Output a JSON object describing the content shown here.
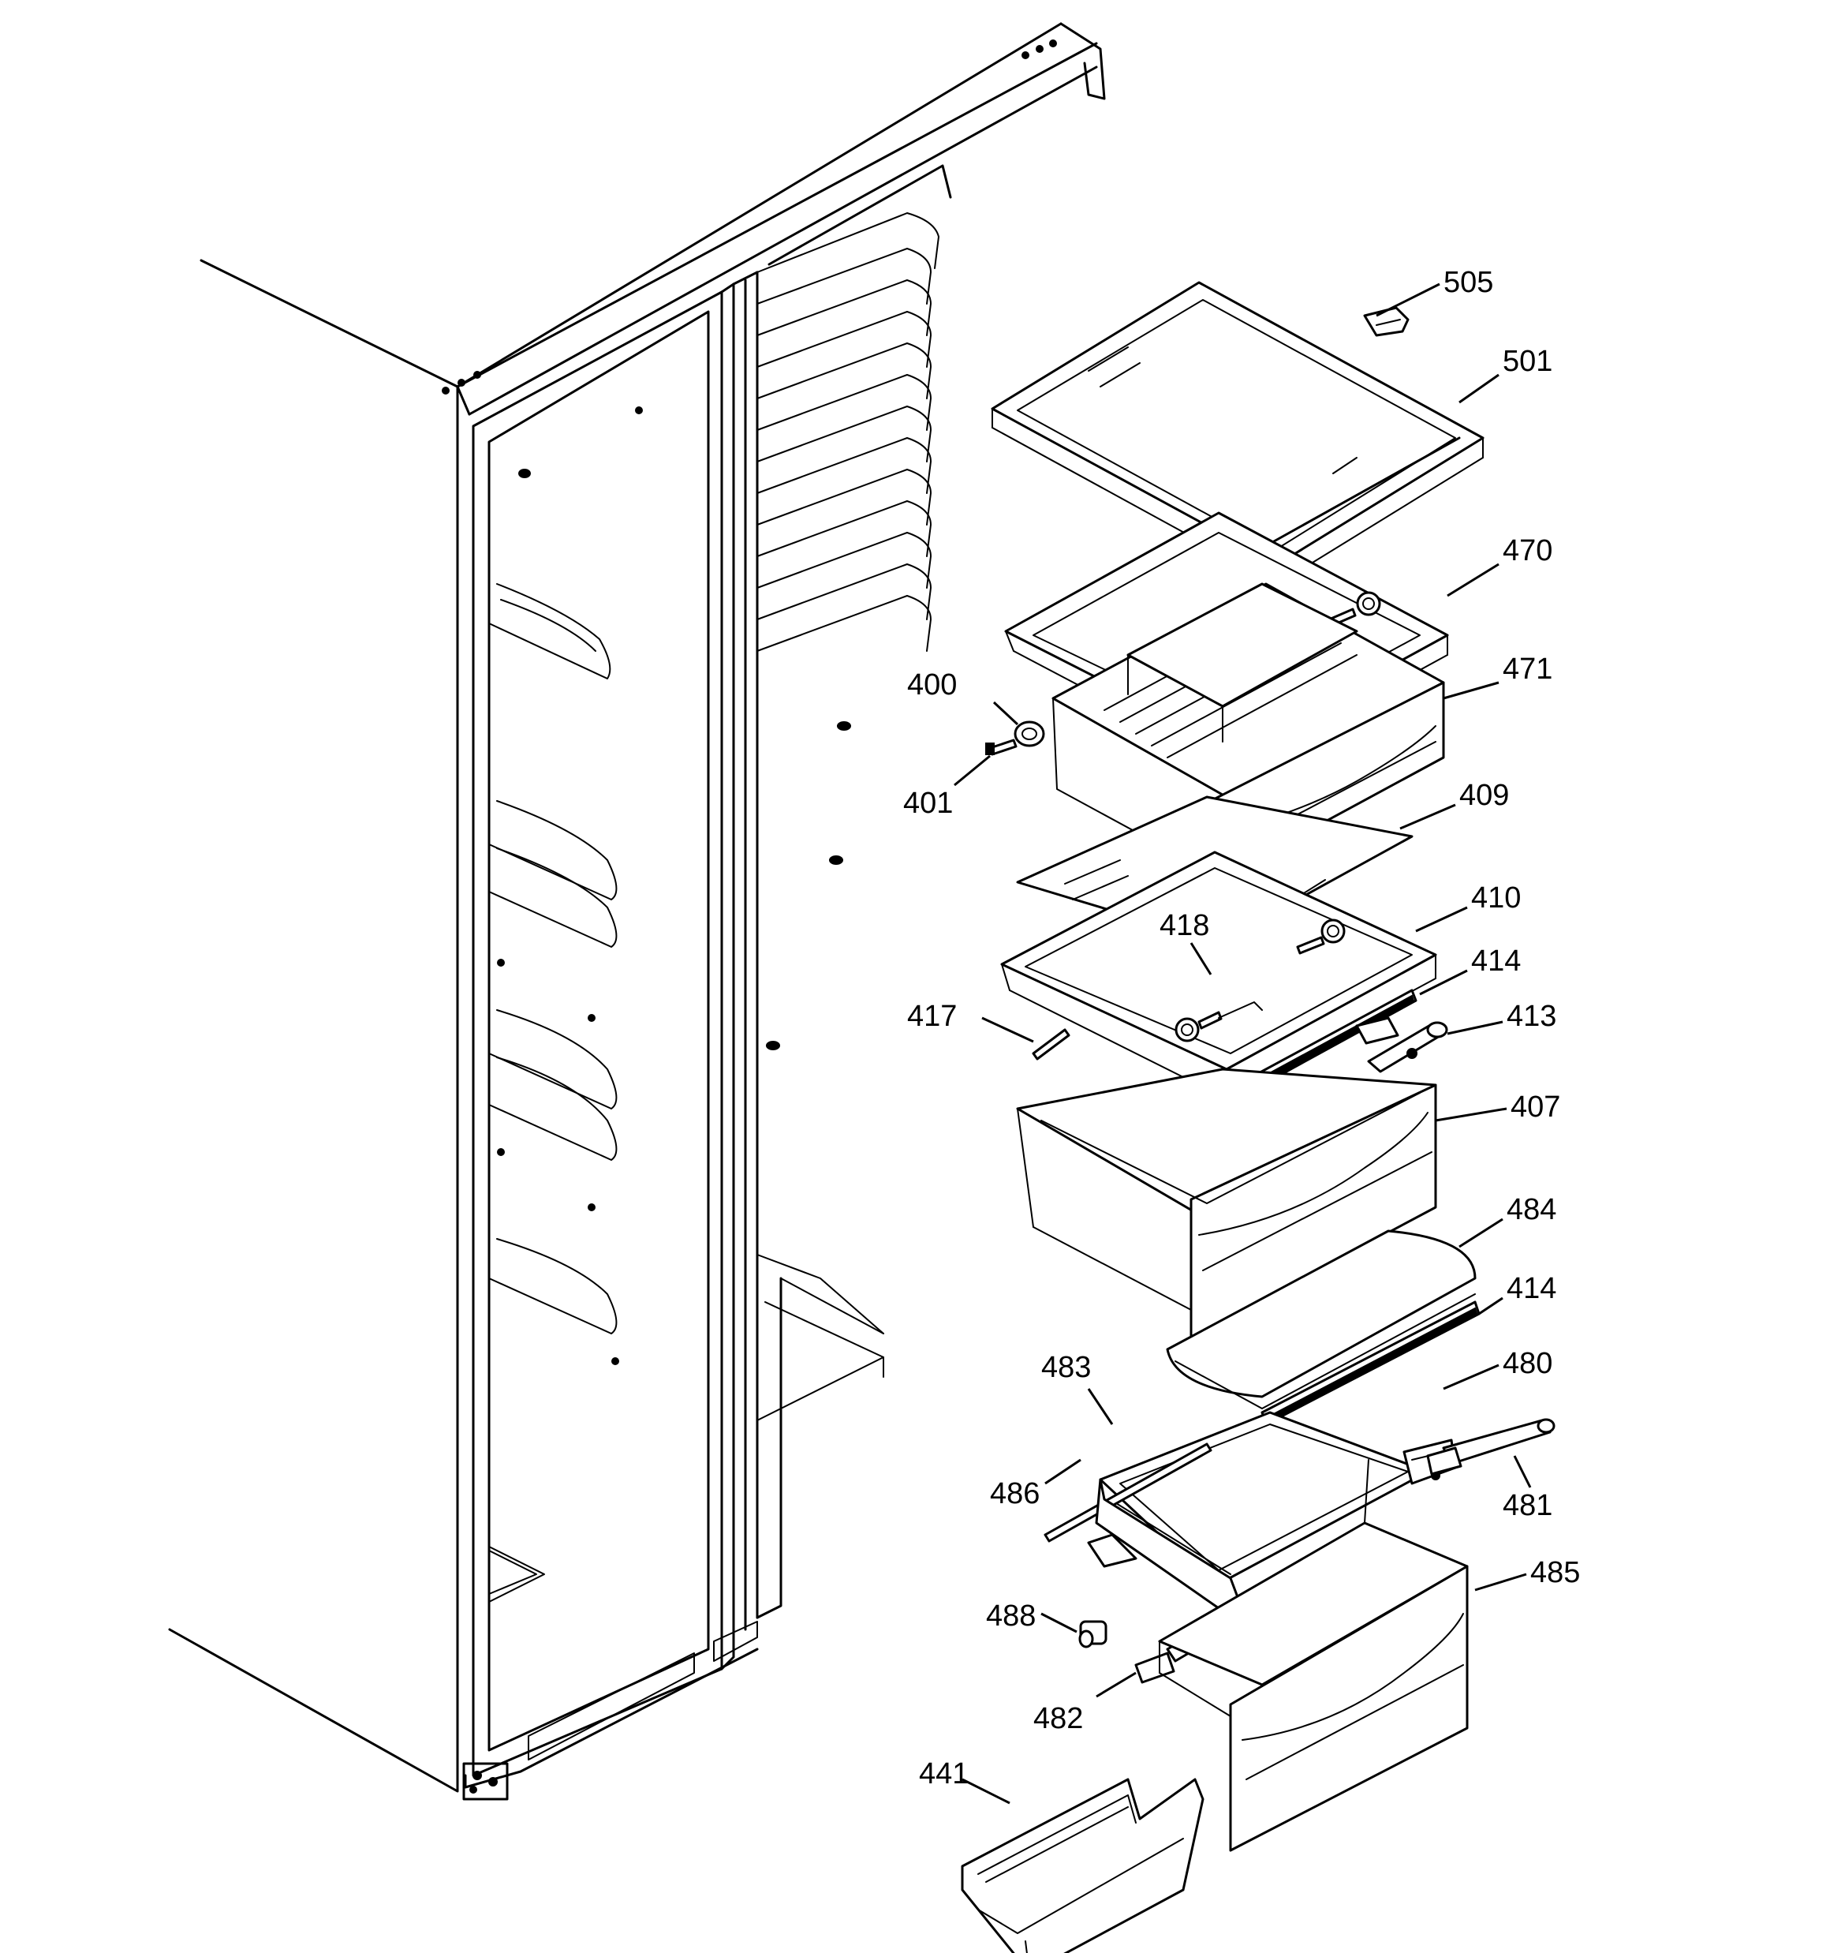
{
  "callouts": [
    {
      "id": "505",
      "label": "505"
    },
    {
      "id": "501",
      "label": "501"
    },
    {
      "id": "470",
      "label": "470"
    },
    {
      "id": "471",
      "label": "471"
    },
    {
      "id": "400",
      "label": "400"
    },
    {
      "id": "401",
      "label": "401"
    },
    {
      "id": "409",
      "label": "409"
    },
    {
      "id": "410",
      "label": "410"
    },
    {
      "id": "418",
      "label": "418"
    },
    {
      "id": "414a",
      "label": "414"
    },
    {
      "id": "417",
      "label": "417"
    },
    {
      "id": "413",
      "label": "413"
    },
    {
      "id": "407",
      "label": "407"
    },
    {
      "id": "484",
      "label": "484"
    },
    {
      "id": "414b",
      "label": "414"
    },
    {
      "id": "483",
      "label": "483"
    },
    {
      "id": "480",
      "label": "480"
    },
    {
      "id": "486",
      "label": "486"
    },
    {
      "id": "481",
      "label": "481"
    },
    {
      "id": "485",
      "label": "485"
    },
    {
      "id": "488",
      "label": "488"
    },
    {
      "id": "482",
      "label": "482"
    },
    {
      "id": "441",
      "label": "441"
    }
  ]
}
